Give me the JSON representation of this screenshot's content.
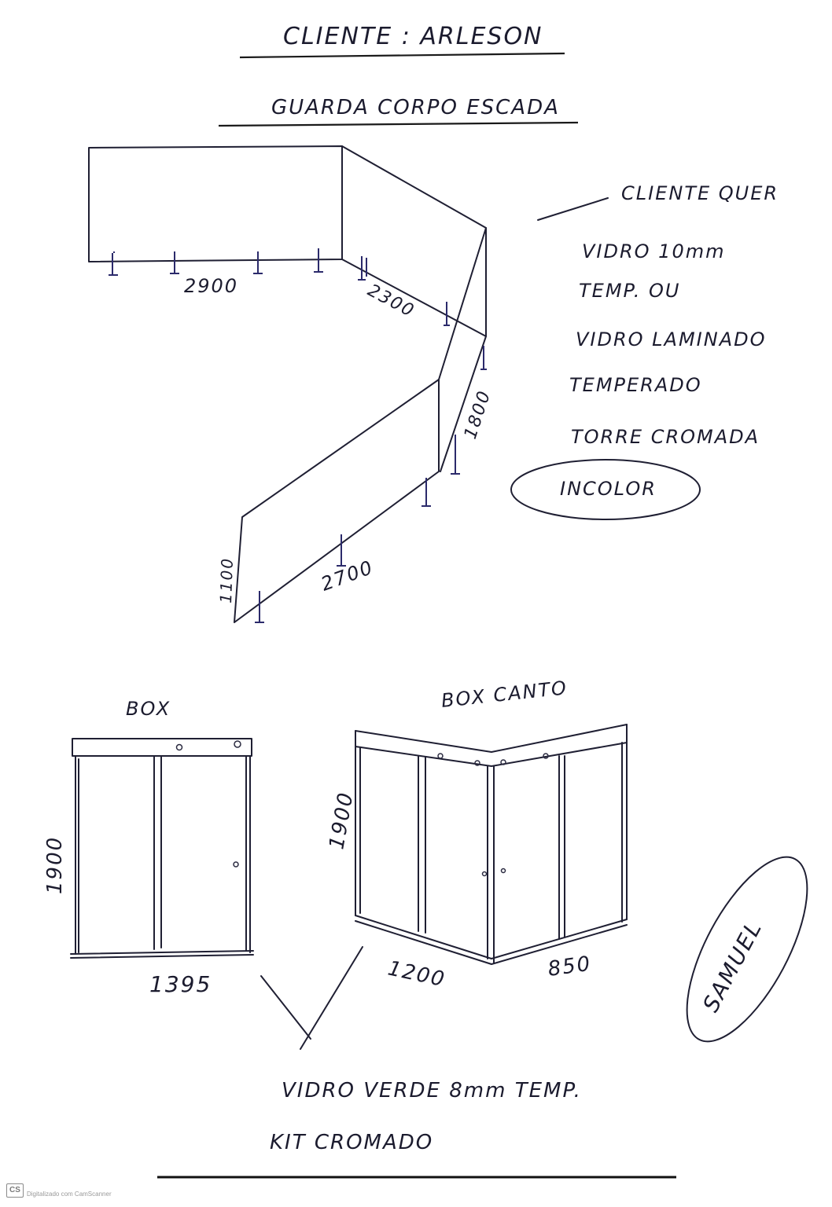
{
  "header": {
    "client_line": "CLIENTE : ARLESON",
    "project_line": "GUARDA CORPO ESCADA"
  },
  "railing": {
    "dim_top": "2900",
    "dim_diag": "2300",
    "dim_side": "1800",
    "dim_bottom": "2700",
    "dim_height": "1100"
  },
  "notes": {
    "lines": [
      "CLIENTE QUER",
      "VIDRO 10mm",
      "TEMP. OU",
      "VIDRO LAMINADO",
      "TEMPERADO",
      "TORRE CROMADA"
    ],
    "circled": "INCOLOR"
  },
  "box": {
    "label": "BOX",
    "height": "1900",
    "width": "1395"
  },
  "box_canto": {
    "label": "BOX CANTO",
    "height": "1900",
    "width_left": "1200",
    "width_right": "850"
  },
  "footer_notes": {
    "glass": "VIDRO VERDE 8mm TEMP.",
    "kit": "KIT CROMADO"
  },
  "signature": "SAMUEL",
  "scanner": {
    "badge": "CS",
    "caption": "Digitalizado com CamScanner"
  }
}
